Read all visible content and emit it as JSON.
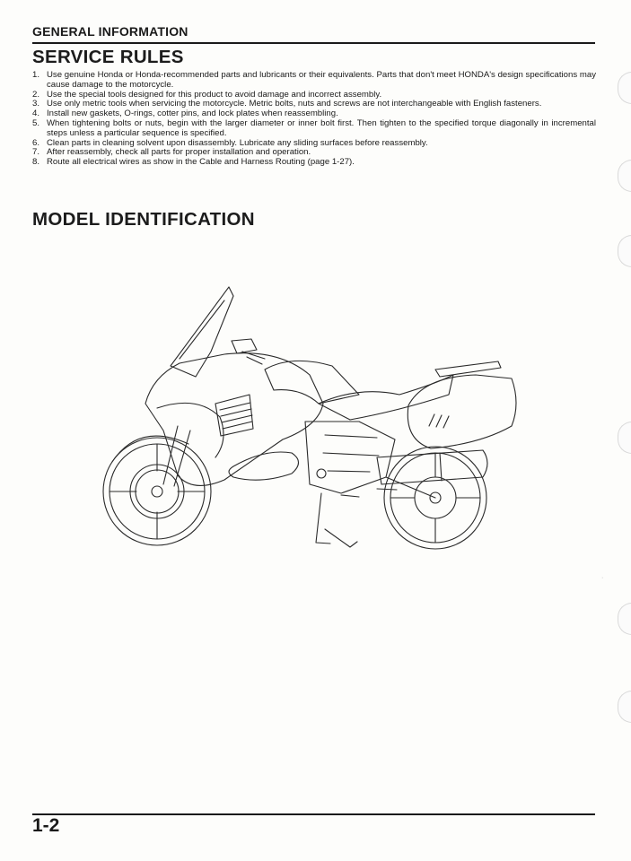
{
  "header": {
    "section": "GENERAL INFORMATION"
  },
  "service_rules": {
    "title": "SERVICE RULES",
    "items": [
      {
        "num": "1.",
        "text": "Use genuine Honda or Honda-recommended parts and lubricants or their equivalents. Parts that don't meet HONDA's design specifications may cause damage to the motorcycle."
      },
      {
        "num": "2.",
        "text": "Use the special tools designed for this product to avoid damage and incorrect assembly."
      },
      {
        "num": "3.",
        "text": "Use only metric tools when servicing the motorcycle. Metric bolts, nuts and screws are not interchangeable with English fasteners."
      },
      {
        "num": "4.",
        "text": "Install new gaskets, O-rings, cotter pins, and lock plates when reassembling."
      },
      {
        "num": "5.",
        "text": "When tightening bolts or nuts, begin with the larger diameter or inner bolt first. Then tighten to the specified torque diagonally in incremental steps unless a particular sequence is specified."
      },
      {
        "num": "6.",
        "text": "Clean parts in cleaning solvent upon disassembly. Lubricate any sliding surfaces before reassembly."
      },
      {
        "num": "7.",
        "text": "After reassembly, check all parts for proper installation and operation."
      },
      {
        "num": "8.",
        "text": "Route all electrical wires as show in the Cable and Harness Routing (page 1-27)."
      }
    ]
  },
  "model_identification": {
    "title": "MODEL IDENTIFICATION"
  },
  "footer": {
    "page_number": "1-2"
  }
}
